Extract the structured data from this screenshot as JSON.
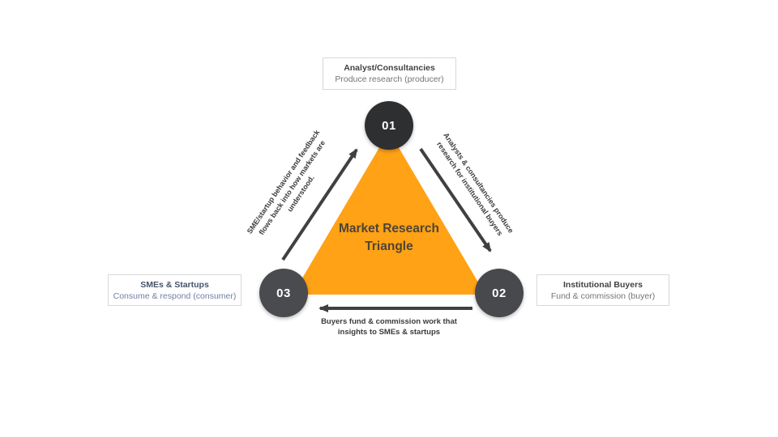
{
  "title": {
    "lines": [
      "Market Research",
      "Triangle"
    ]
  },
  "nodes": [
    {
      "number": "01",
      "role": "Analyst/Consultancies",
      "description": "Produce research (producer)"
    },
    {
      "number": "02",
      "role": "Institutional Buyers",
      "description": "Fund & commission (buyer)"
    },
    {
      "number": "03",
      "role": "SMEs & Startups",
      "description": "Consume & respond (consumer)"
    }
  ],
  "flows": {
    "feedback_to_analysts": {
      "lines": [
        "SME/startup behavior and feedback",
        "flows back into how markets are",
        "understood."
      ]
    },
    "analysts_to_buyers": {
      "lines": [
        "Analysts & consultancies produce",
        "research for institutional buyers"
      ]
    },
    "buyers_to_smes": {
      "lines": [
        "Buyers fund & commission work that",
        "insights to SMEs & startups"
      ]
    }
  },
  "colors": {
    "triangle": "#FFA216",
    "arrow": "#3f4042",
    "node_dark": "#2d2f31",
    "node_mid": "#48494c",
    "title_text": "#4e4434",
    "box_title": "#424242",
    "box_subtitle": "#757575",
    "sme_box_title": "#44546A",
    "sme_box_subtitle": "#7081a3",
    "flow_label_text": "#3b3b3b",
    "box_border": "#d8d8d8",
    "background": "#ffffff"
  }
}
